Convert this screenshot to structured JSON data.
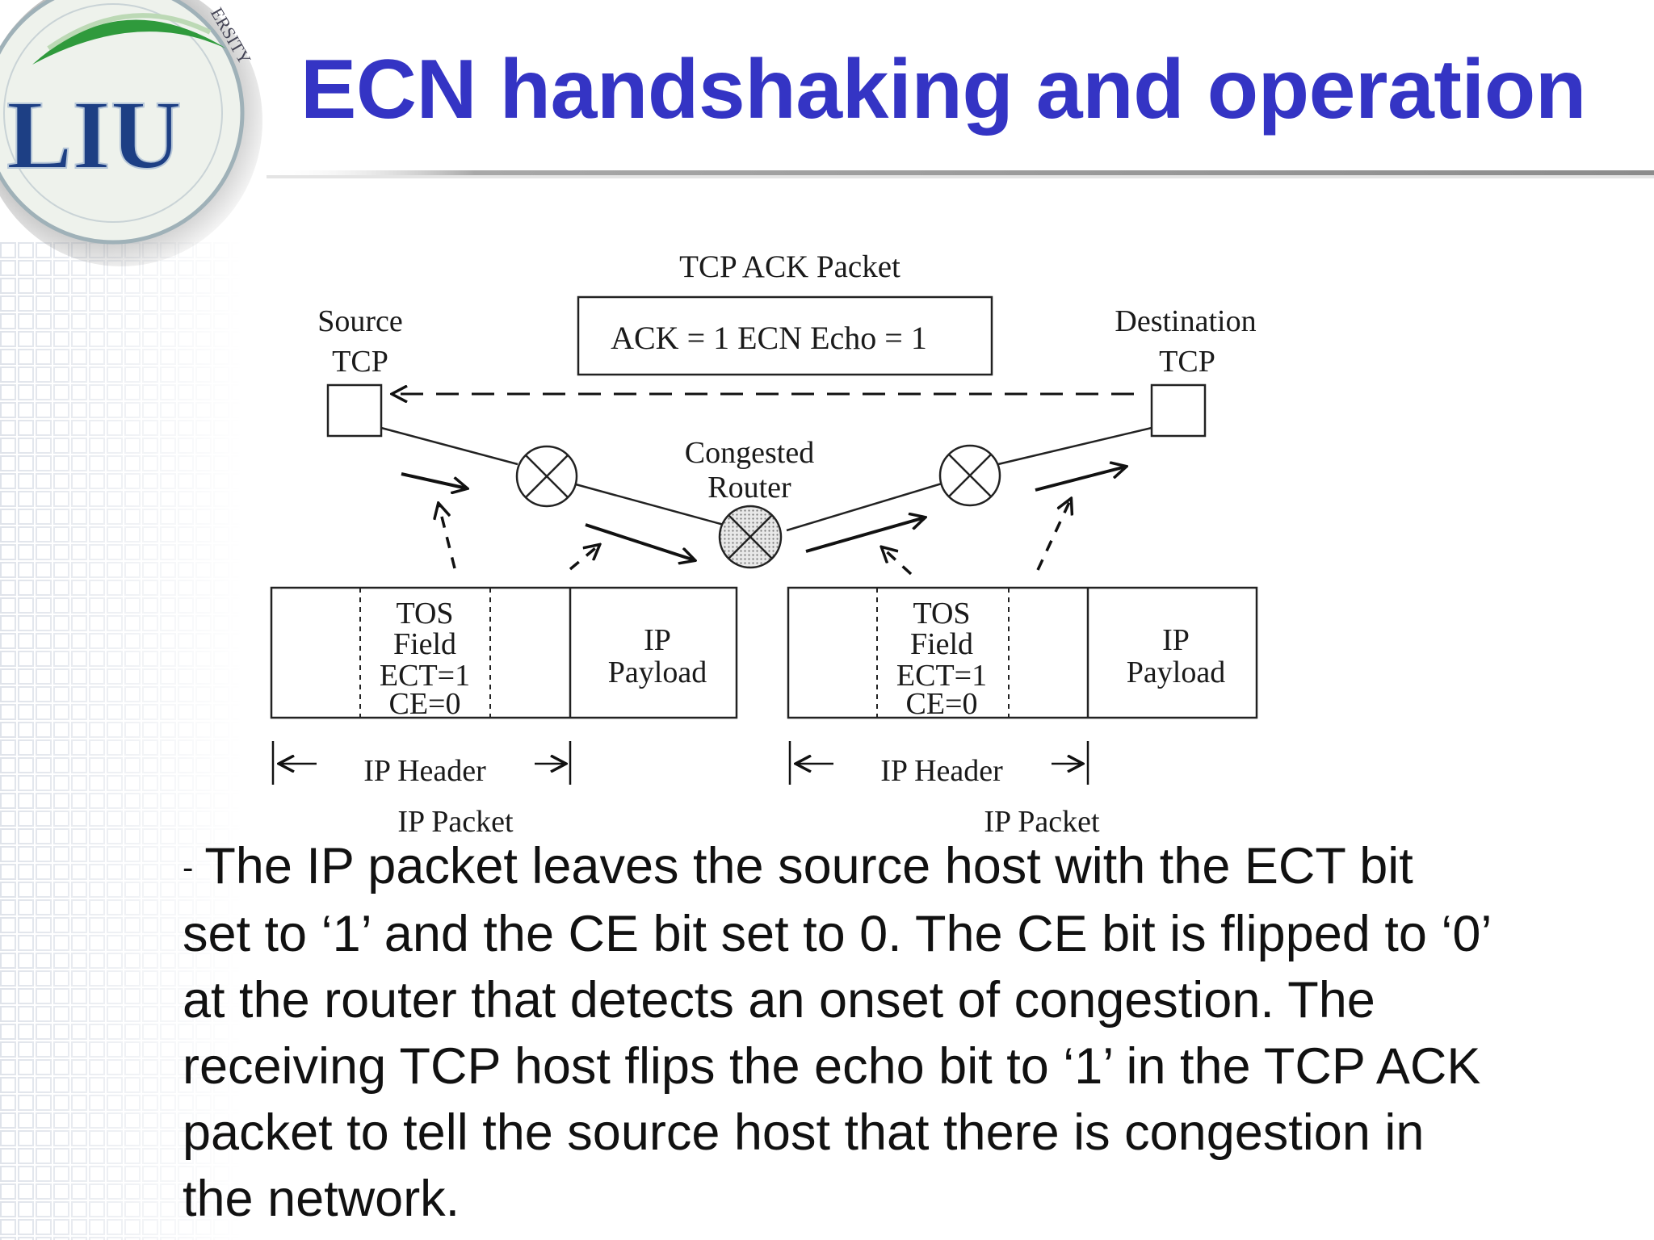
{
  "slide": {
    "title": "ECN handshaking and operation",
    "title_color": "#3434c4",
    "logo": {
      "text": "LIU",
      "arc_text": "ERSITY",
      "icon": "university-seal-logo"
    },
    "body_dash": "-",
    "body_text": "The IP packet leaves the source host with the ECT bit set to ‘1’ and the CE bit set to 0. The CE bit is flipped to ‘0’ at the router that detects an onset of congestion. The receiving TCP host flips the echo bit to ‘1’ in the TCP ACK packet to tell the source host that there is congestion in the network."
  },
  "diagram": {
    "ack_packet_title": "TCP ACK Packet",
    "ack_packet_content": "ACK = 1 ECN Echo = 1",
    "source_label_line1": "Source",
    "source_label_line2": "TCP",
    "dest_label_line1": "Destination",
    "dest_label_line2": "TCP",
    "router_label_line1": "Congested",
    "router_label_line2": "Router",
    "left_packet": {
      "tos_lines": [
        "TOS",
        "Field",
        "ECT=1",
        "CE=0"
      ],
      "payload_lines": [
        "IP",
        "Payload"
      ],
      "header_label": "IP Header",
      "packet_label": "IP Packet"
    },
    "right_packet": {
      "tos_lines": [
        "TOS",
        "Field",
        "ECT=1",
        "CE=0"
      ],
      "payload_lines": [
        "IP",
        "Payload"
      ],
      "header_label": "IP Header",
      "packet_label": "IP Packet"
    }
  }
}
